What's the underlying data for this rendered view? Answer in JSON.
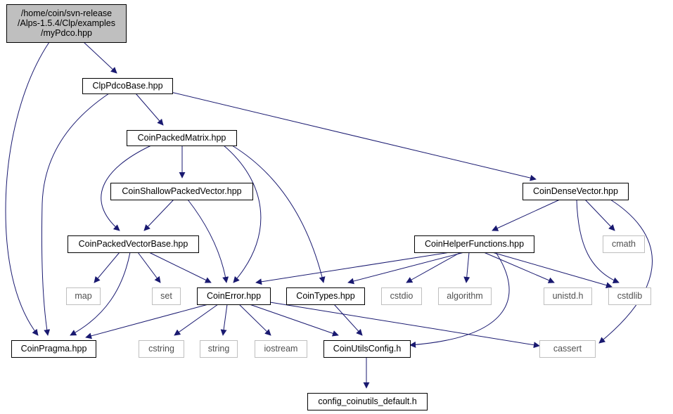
{
  "colors": {
    "edge": "#191970",
    "node_border": "#000000",
    "node_border_external": "#bfbfbf",
    "node_fill": "#ffffff",
    "root_fill": "#bfbfbf",
    "text": "#000000",
    "text_external": "#505050"
  },
  "nodes": [
    {
      "id": "mypdco",
      "lines": [
        "/home/coin/svn-release",
        "/Alps-1.5.4/Clp/examples",
        "/myPdco.hpp"
      ],
      "kind": "root"
    },
    {
      "id": "clppdcobase",
      "lines": [
        "ClpPdcoBase.hpp"
      ],
      "kind": "internal"
    },
    {
      "id": "coinpackedmatrix",
      "lines": [
        "CoinPackedMatrix.hpp"
      ],
      "kind": "internal"
    },
    {
      "id": "coinshallowpackedvector",
      "lines": [
        "CoinShallowPackedVector.hpp"
      ],
      "kind": "internal"
    },
    {
      "id": "coindensevector",
      "lines": [
        "CoinDenseVector.hpp"
      ],
      "kind": "internal"
    },
    {
      "id": "coinpackedvectorbase",
      "lines": [
        "CoinPackedVectorBase.hpp"
      ],
      "kind": "internal"
    },
    {
      "id": "coinhelperfunctions",
      "lines": [
        "CoinHelperFunctions.hpp"
      ],
      "kind": "internal"
    },
    {
      "id": "cmath",
      "lines": [
        "cmath"
      ],
      "kind": "external"
    },
    {
      "id": "map",
      "lines": [
        "map"
      ],
      "kind": "external"
    },
    {
      "id": "set",
      "lines": [
        "set"
      ],
      "kind": "external"
    },
    {
      "id": "coinerror",
      "lines": [
        "CoinError.hpp"
      ],
      "kind": "internal"
    },
    {
      "id": "cointypes",
      "lines": [
        "CoinTypes.hpp"
      ],
      "kind": "internal"
    },
    {
      "id": "cstdio",
      "lines": [
        "cstdio"
      ],
      "kind": "external"
    },
    {
      "id": "algorithm",
      "lines": [
        "algorithm"
      ],
      "kind": "external"
    },
    {
      "id": "unistd",
      "lines": [
        "unistd.h"
      ],
      "kind": "external"
    },
    {
      "id": "cstdlib",
      "lines": [
        "cstdlib"
      ],
      "kind": "external"
    },
    {
      "id": "coinpragma",
      "lines": [
        "CoinPragma.hpp"
      ],
      "kind": "internal"
    },
    {
      "id": "cstring",
      "lines": [
        "cstring"
      ],
      "kind": "external"
    },
    {
      "id": "string",
      "lines": [
        "string"
      ],
      "kind": "external"
    },
    {
      "id": "iostream",
      "lines": [
        "iostream"
      ],
      "kind": "external"
    },
    {
      "id": "coinutilsconfig",
      "lines": [
        "CoinUtilsConfig.h"
      ],
      "kind": "internal"
    },
    {
      "id": "cassert",
      "lines": [
        "cassert"
      ],
      "kind": "external"
    },
    {
      "id": "configdefault",
      "lines": [
        "config_coinutils_default.h"
      ],
      "kind": "internal"
    }
  ],
  "edges": [
    {
      "from": "mypdco",
      "to": "clppdcobase"
    },
    {
      "from": "mypdco",
      "to": "coinpragma"
    },
    {
      "from": "clppdcobase",
      "to": "coinpackedmatrix"
    },
    {
      "from": "clppdcobase",
      "to": "coindensevector"
    },
    {
      "from": "clppdcobase",
      "to": "coinpragma"
    },
    {
      "from": "coinpackedmatrix",
      "to": "coinshallowpackedvector"
    },
    {
      "from": "coinpackedmatrix",
      "to": "coinpackedvectorbase"
    },
    {
      "from": "coinpackedmatrix",
      "to": "coinerror"
    },
    {
      "from": "coinpackedmatrix",
      "to": "cointypes"
    },
    {
      "from": "coinshallowpackedvector",
      "to": "coinpackedvectorbase"
    },
    {
      "from": "coinshallowpackedvector",
      "to": "coinerror"
    },
    {
      "from": "coindensevector",
      "to": "coinhelperfunctions"
    },
    {
      "from": "coindensevector",
      "to": "cmath"
    },
    {
      "from": "coindensevector",
      "to": "cstdlib"
    },
    {
      "from": "coindensevector",
      "to": "cassert"
    },
    {
      "from": "coinpackedvectorbase",
      "to": "map"
    },
    {
      "from": "coinpackedvectorbase",
      "to": "set"
    },
    {
      "from": "coinpackedvectorbase",
      "to": "coinerror"
    },
    {
      "from": "coinpackedvectorbase",
      "to": "coinpragma"
    },
    {
      "from": "coinhelperfunctions",
      "to": "coinerror"
    },
    {
      "from": "coinhelperfunctions",
      "to": "cointypes"
    },
    {
      "from": "coinhelperfunctions",
      "to": "cstdio"
    },
    {
      "from": "coinhelperfunctions",
      "to": "algorithm"
    },
    {
      "from": "coinhelperfunctions",
      "to": "unistd"
    },
    {
      "from": "coinhelperfunctions",
      "to": "cstdlib"
    },
    {
      "from": "coinhelperfunctions",
      "to": "coinutilsconfig"
    },
    {
      "from": "coinerror",
      "to": "coinpragma"
    },
    {
      "from": "coinerror",
      "to": "cstring"
    },
    {
      "from": "coinerror",
      "to": "string"
    },
    {
      "from": "coinerror",
      "to": "iostream"
    },
    {
      "from": "coinerror",
      "to": "coinutilsconfig"
    },
    {
      "from": "coinerror",
      "to": "cassert"
    },
    {
      "from": "cointypes",
      "to": "coinutilsconfig"
    },
    {
      "from": "coinutilsconfig",
      "to": "configdefault"
    }
  ]
}
